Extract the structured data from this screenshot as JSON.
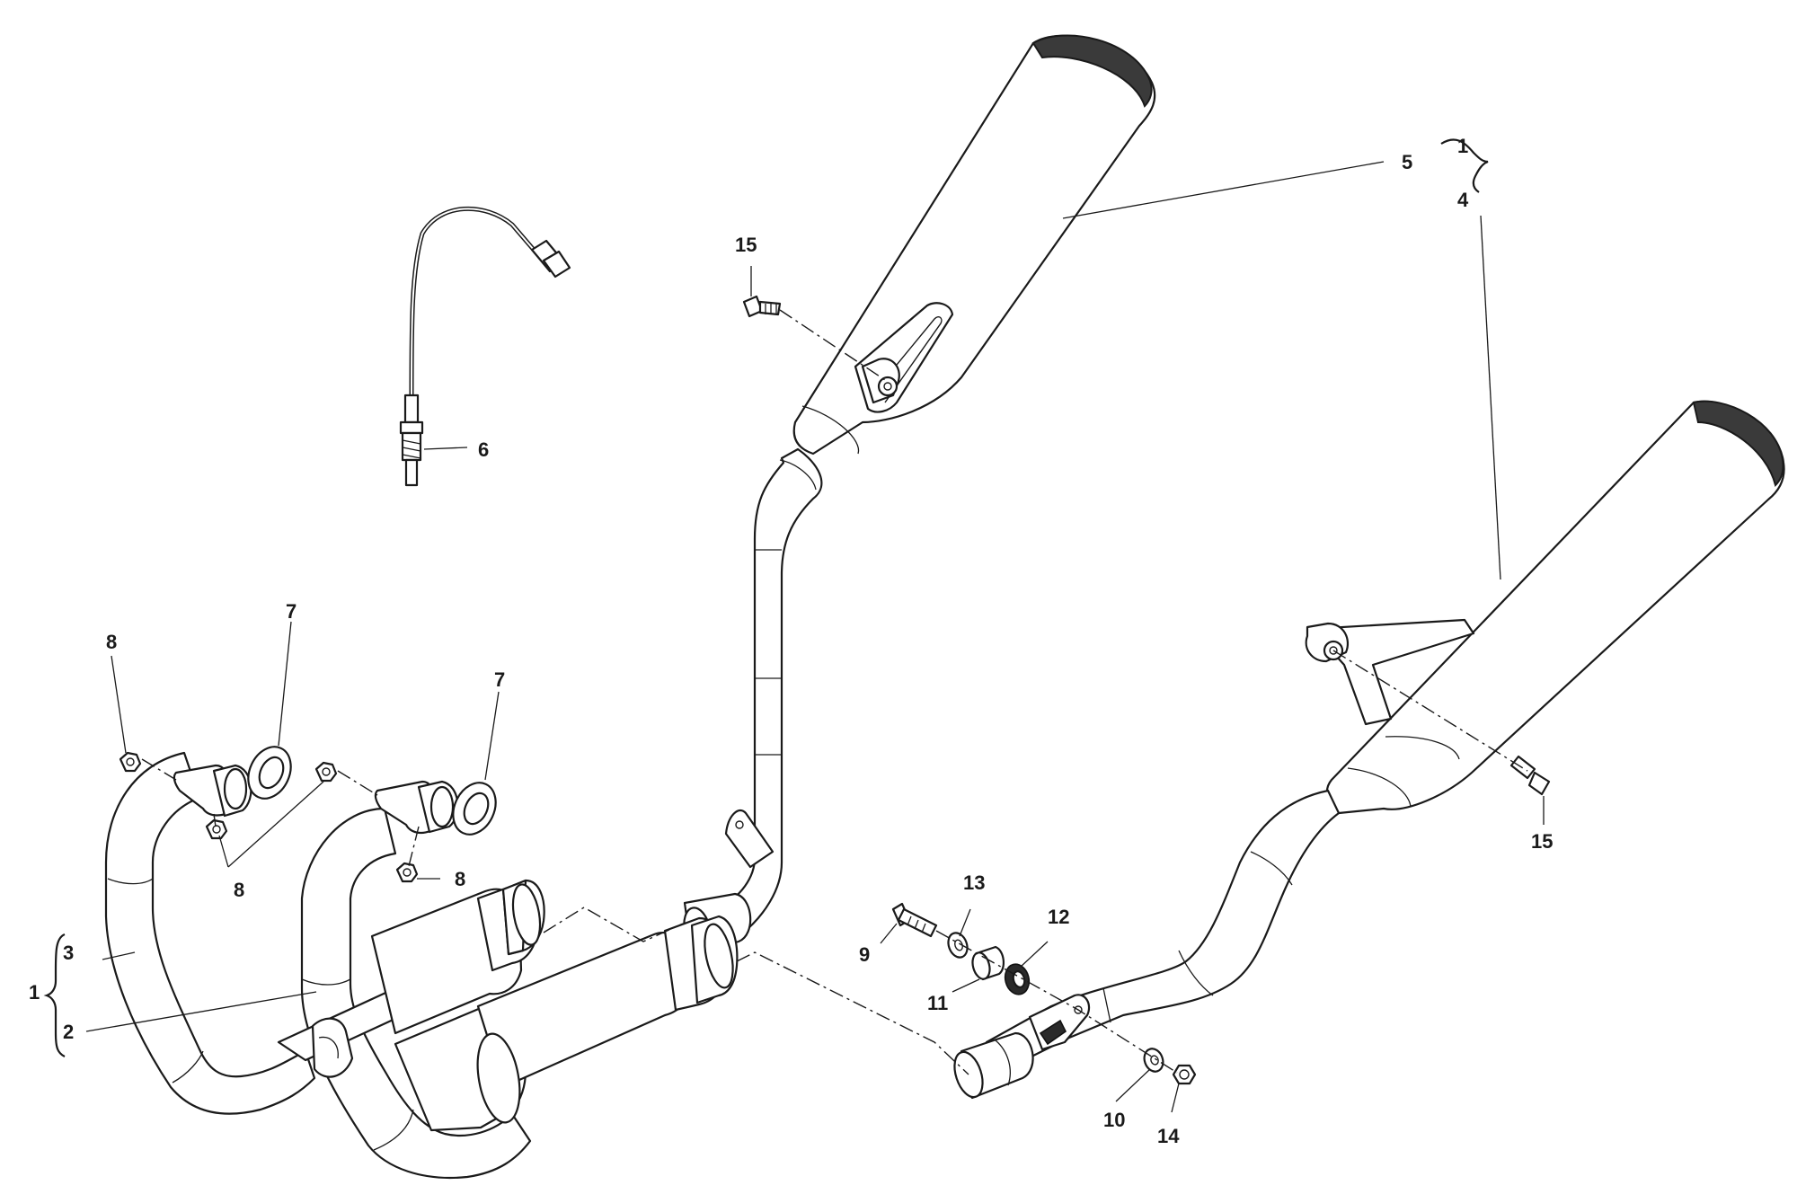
{
  "callouts": {
    "c1_top": "1",
    "c5_top": "5",
    "c4_top": "4",
    "c15_left": "15",
    "c6": "6",
    "c7_a": "7",
    "c7_b": "7",
    "c8_a": "8",
    "c8_b": "8",
    "c8_c": "8",
    "c3": "3",
    "c1_left": "1",
    "c2": "2",
    "c13": "13",
    "c12": "12",
    "c9": "9",
    "c11": "11",
    "c10": "10",
    "c14": "14",
    "c15_right": "15"
  },
  "icons": {
    "left_muffler": "muffler-icon",
    "right_muffler": "muffler-icon",
    "header_pipes": "exhaust-header-icon",
    "lambda_sensor": "oxygen-sensor-icon"
  },
  "colors": {
    "line": "#1a1a1a",
    "background": "#ffffff",
    "end_cap": "#3a3a3a"
  }
}
